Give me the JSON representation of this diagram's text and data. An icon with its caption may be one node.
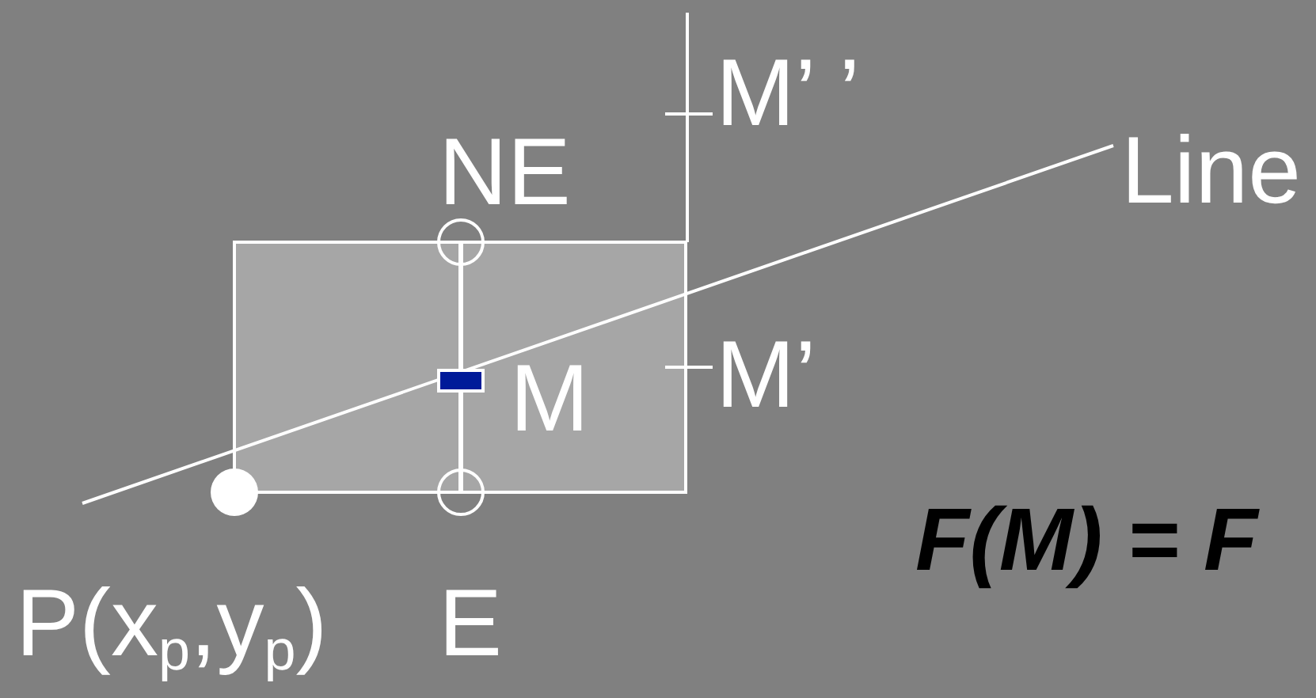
{
  "diagram": {
    "labels": [
      "M’ ’",
      "Line",
      "NE",
      "M",
      "M’",
      "E",
      "P(x$_{p}$,y$_{p}$)",
      "F(M) = F"
    ]
  }
}
